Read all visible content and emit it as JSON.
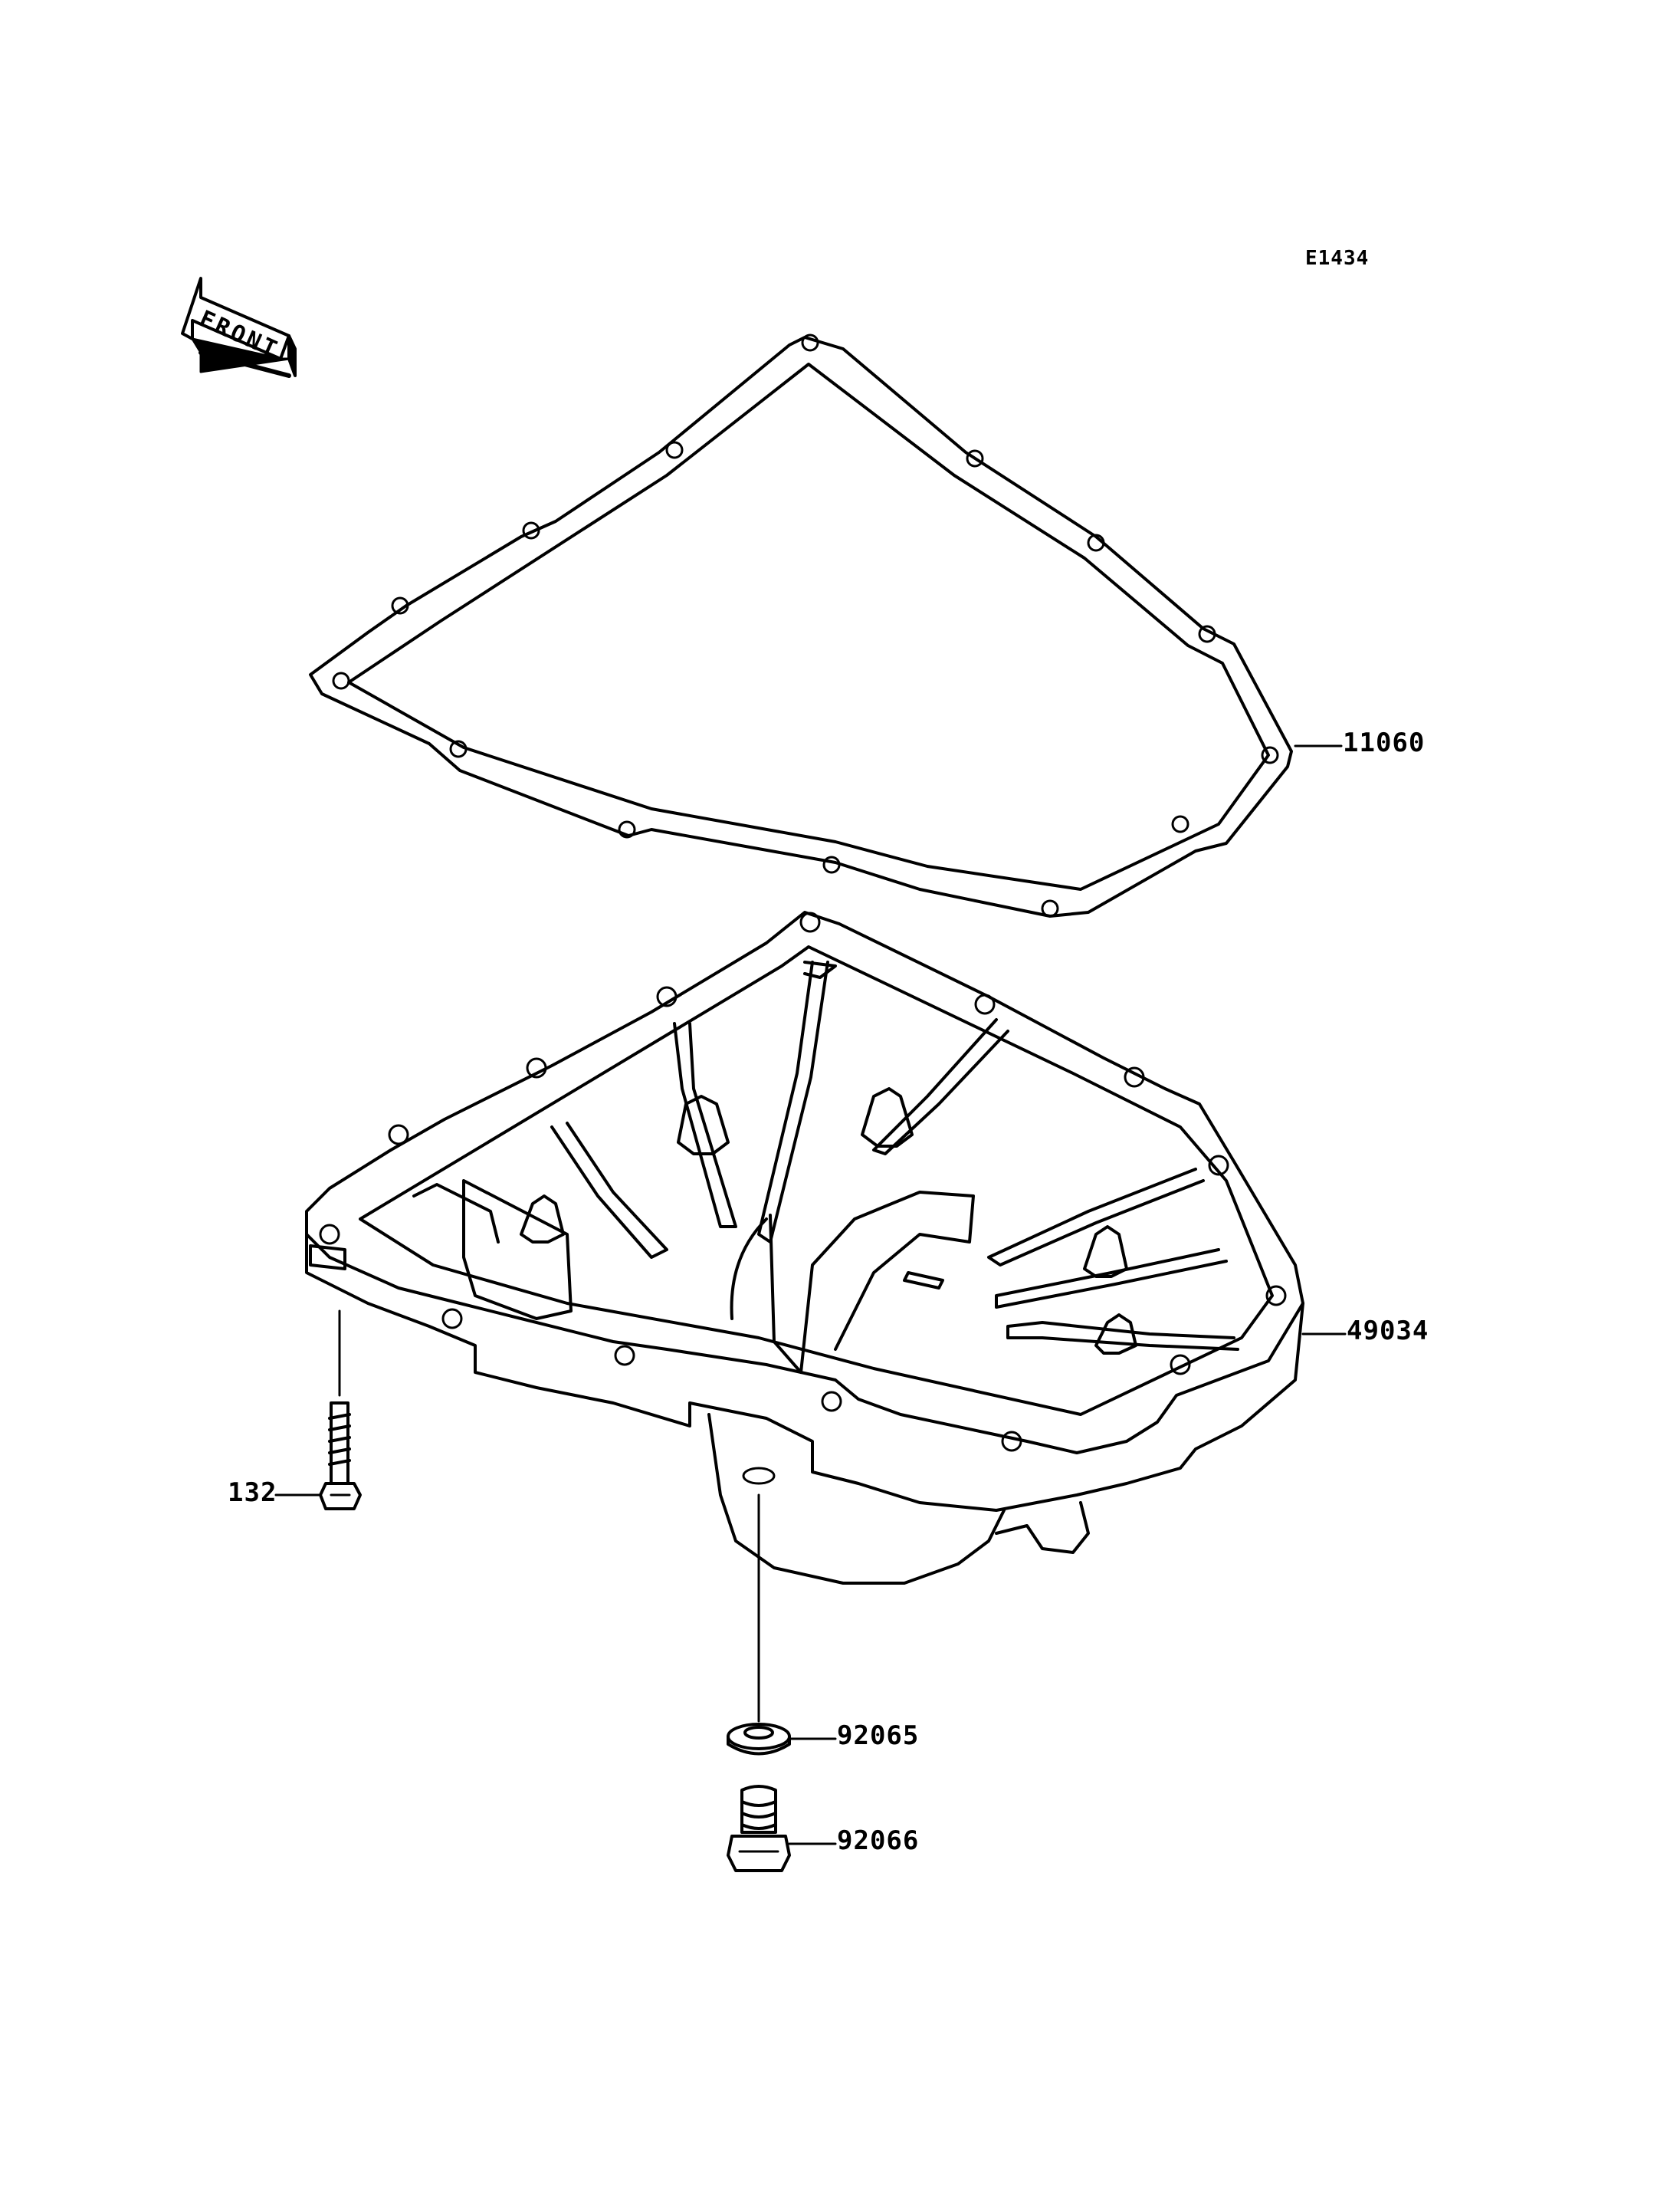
{
  "diagram": {
    "code": "E1434",
    "front_label": "FRONT",
    "parts": [
      {
        "number": "11060"
      },
      {
        "number": "49034"
      },
      {
        "number": "132"
      },
      {
        "number": "92065"
      },
      {
        "number": "92066"
      }
    ]
  }
}
